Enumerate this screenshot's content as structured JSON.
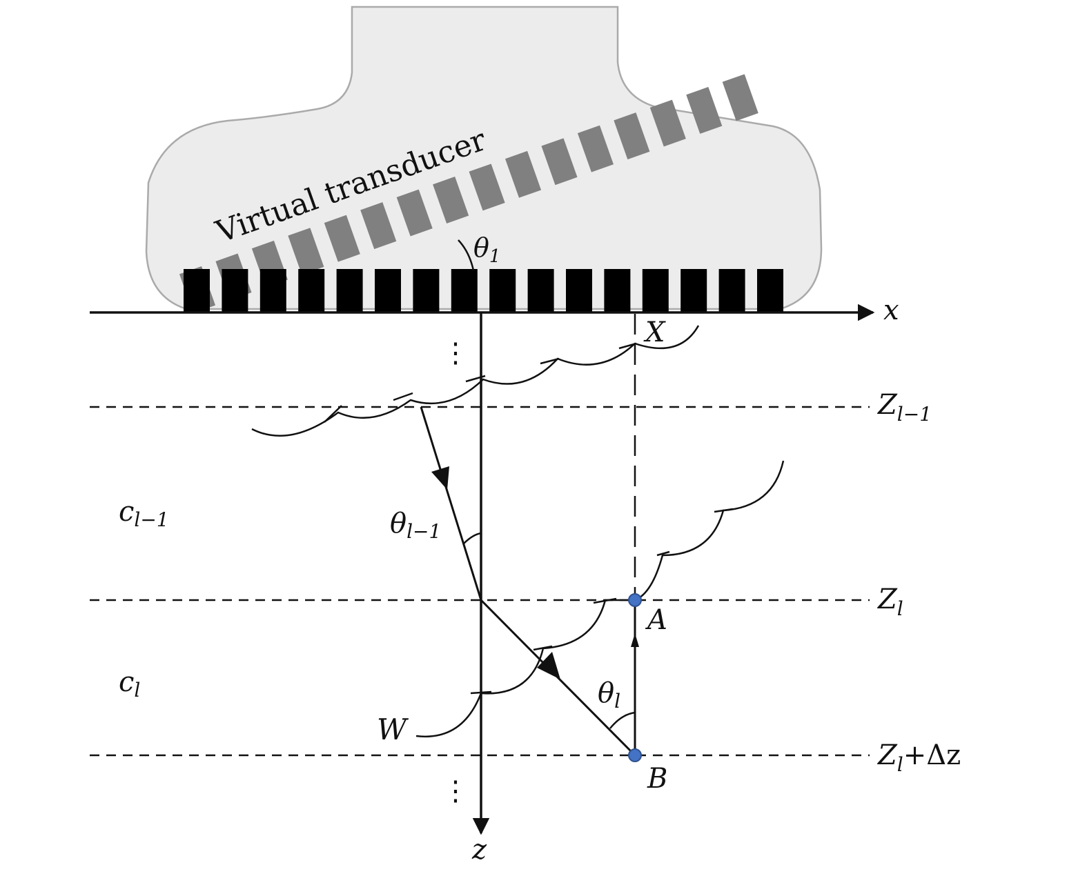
{
  "labels": {
    "virtual_transducer": "Virtual transducer",
    "theta1": "θ",
    "theta1_sub": "1",
    "x_axis": "x",
    "z_axis": "z",
    "point_x": "X",
    "z_lm1": "Z",
    "z_lm1_sub": "l−1",
    "z_l": "Z",
    "z_l_sub": "l",
    "z_l_dz": "Z",
    "z_l_dz_sub": "l",
    "z_l_dz_rest": "+Δz",
    "c_lm1": "c",
    "c_lm1_sub": "l−1",
    "c_l": "c",
    "c_l_sub": "l",
    "theta_lm1": "θ",
    "theta_lm1_sub": "l−1",
    "theta_l": "θ",
    "theta_l_sub": "l",
    "point_a": "A",
    "point_b": "B",
    "wavefront_w": "W",
    "vdots": "⋮"
  },
  "colors": {
    "probe_fill": "#ececec",
    "probe_stroke": "#aaaaaa",
    "element_real": "#000000",
    "element_virtual": "#808080",
    "point_fill": "#4472c4",
    "point_stroke": "#2f528f",
    "line": "#111111"
  }
}
